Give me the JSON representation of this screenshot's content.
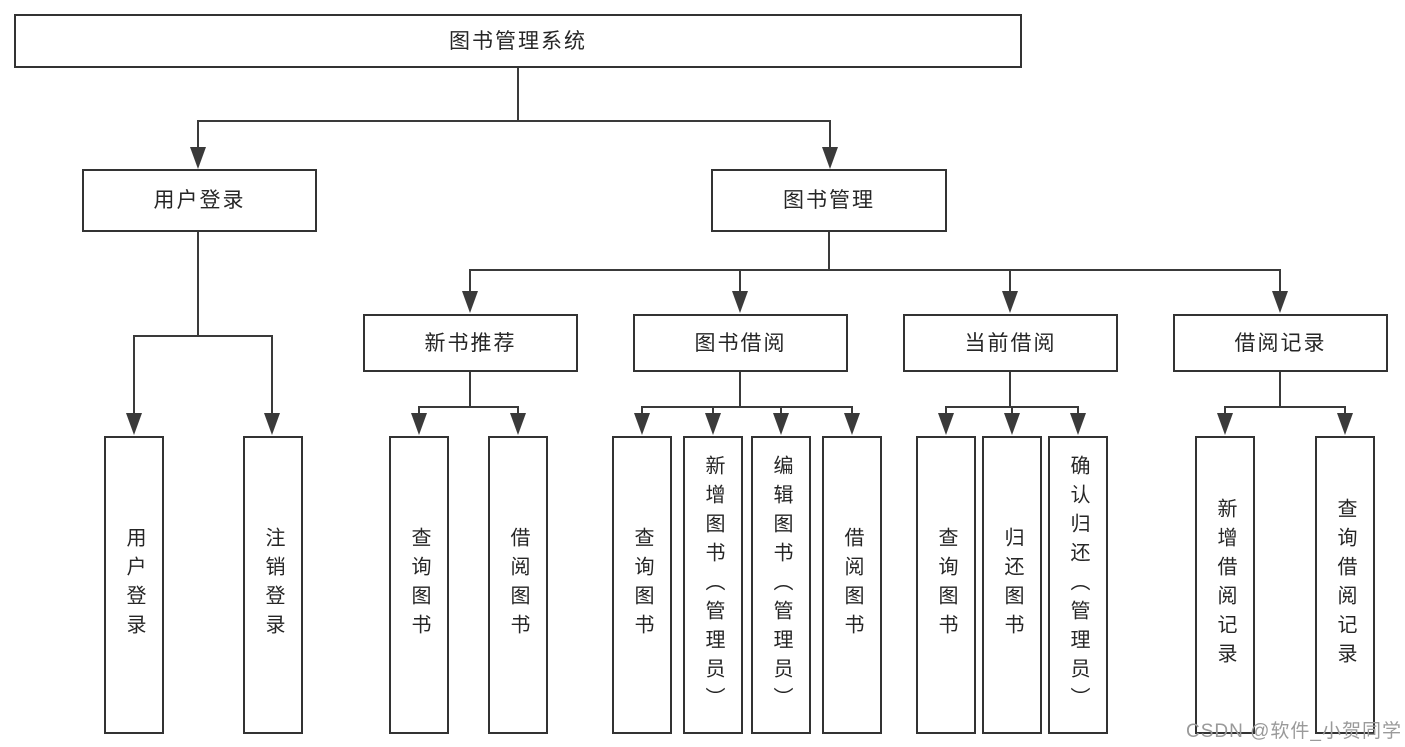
{
  "tree": {
    "root": {
      "label": "图书管理系统",
      "children": [
        {
          "label": "用户登录",
          "children": [
            {
              "label": "用户登录"
            },
            {
              "label": "注销登录"
            }
          ]
        },
        {
          "label": "图书管理",
          "children": [
            {
              "label": "新书推荐",
              "children": [
                {
                  "label": "查询图书"
                },
                {
                  "label": "借阅图书"
                }
              ]
            },
            {
              "label": "图书借阅",
              "children": [
                {
                  "label": "查询图书"
                },
                {
                  "label": "新增图书（管理员）"
                },
                {
                  "label": "编辑图书（管理员）"
                },
                {
                  "label": "借阅图书"
                }
              ]
            },
            {
              "label": "当前借阅",
              "children": [
                {
                  "label": "查询图书"
                },
                {
                  "label": "归还图书"
                },
                {
                  "label": "确认归还（管理员）"
                }
              ]
            },
            {
              "label": "借阅记录",
              "children": [
                {
                  "label": "新增借阅记录"
                },
                {
                  "label": "查询借阅记录"
                }
              ]
            }
          ]
        }
      ]
    }
  },
  "watermark": {
    "text": "CSDN @软件_小贺同学"
  },
  "colors": {
    "line": "#3a3a3a",
    "box_border": "#333333",
    "text": "#262626",
    "background": "#ffffff",
    "watermark": "#9a9a9a"
  }
}
